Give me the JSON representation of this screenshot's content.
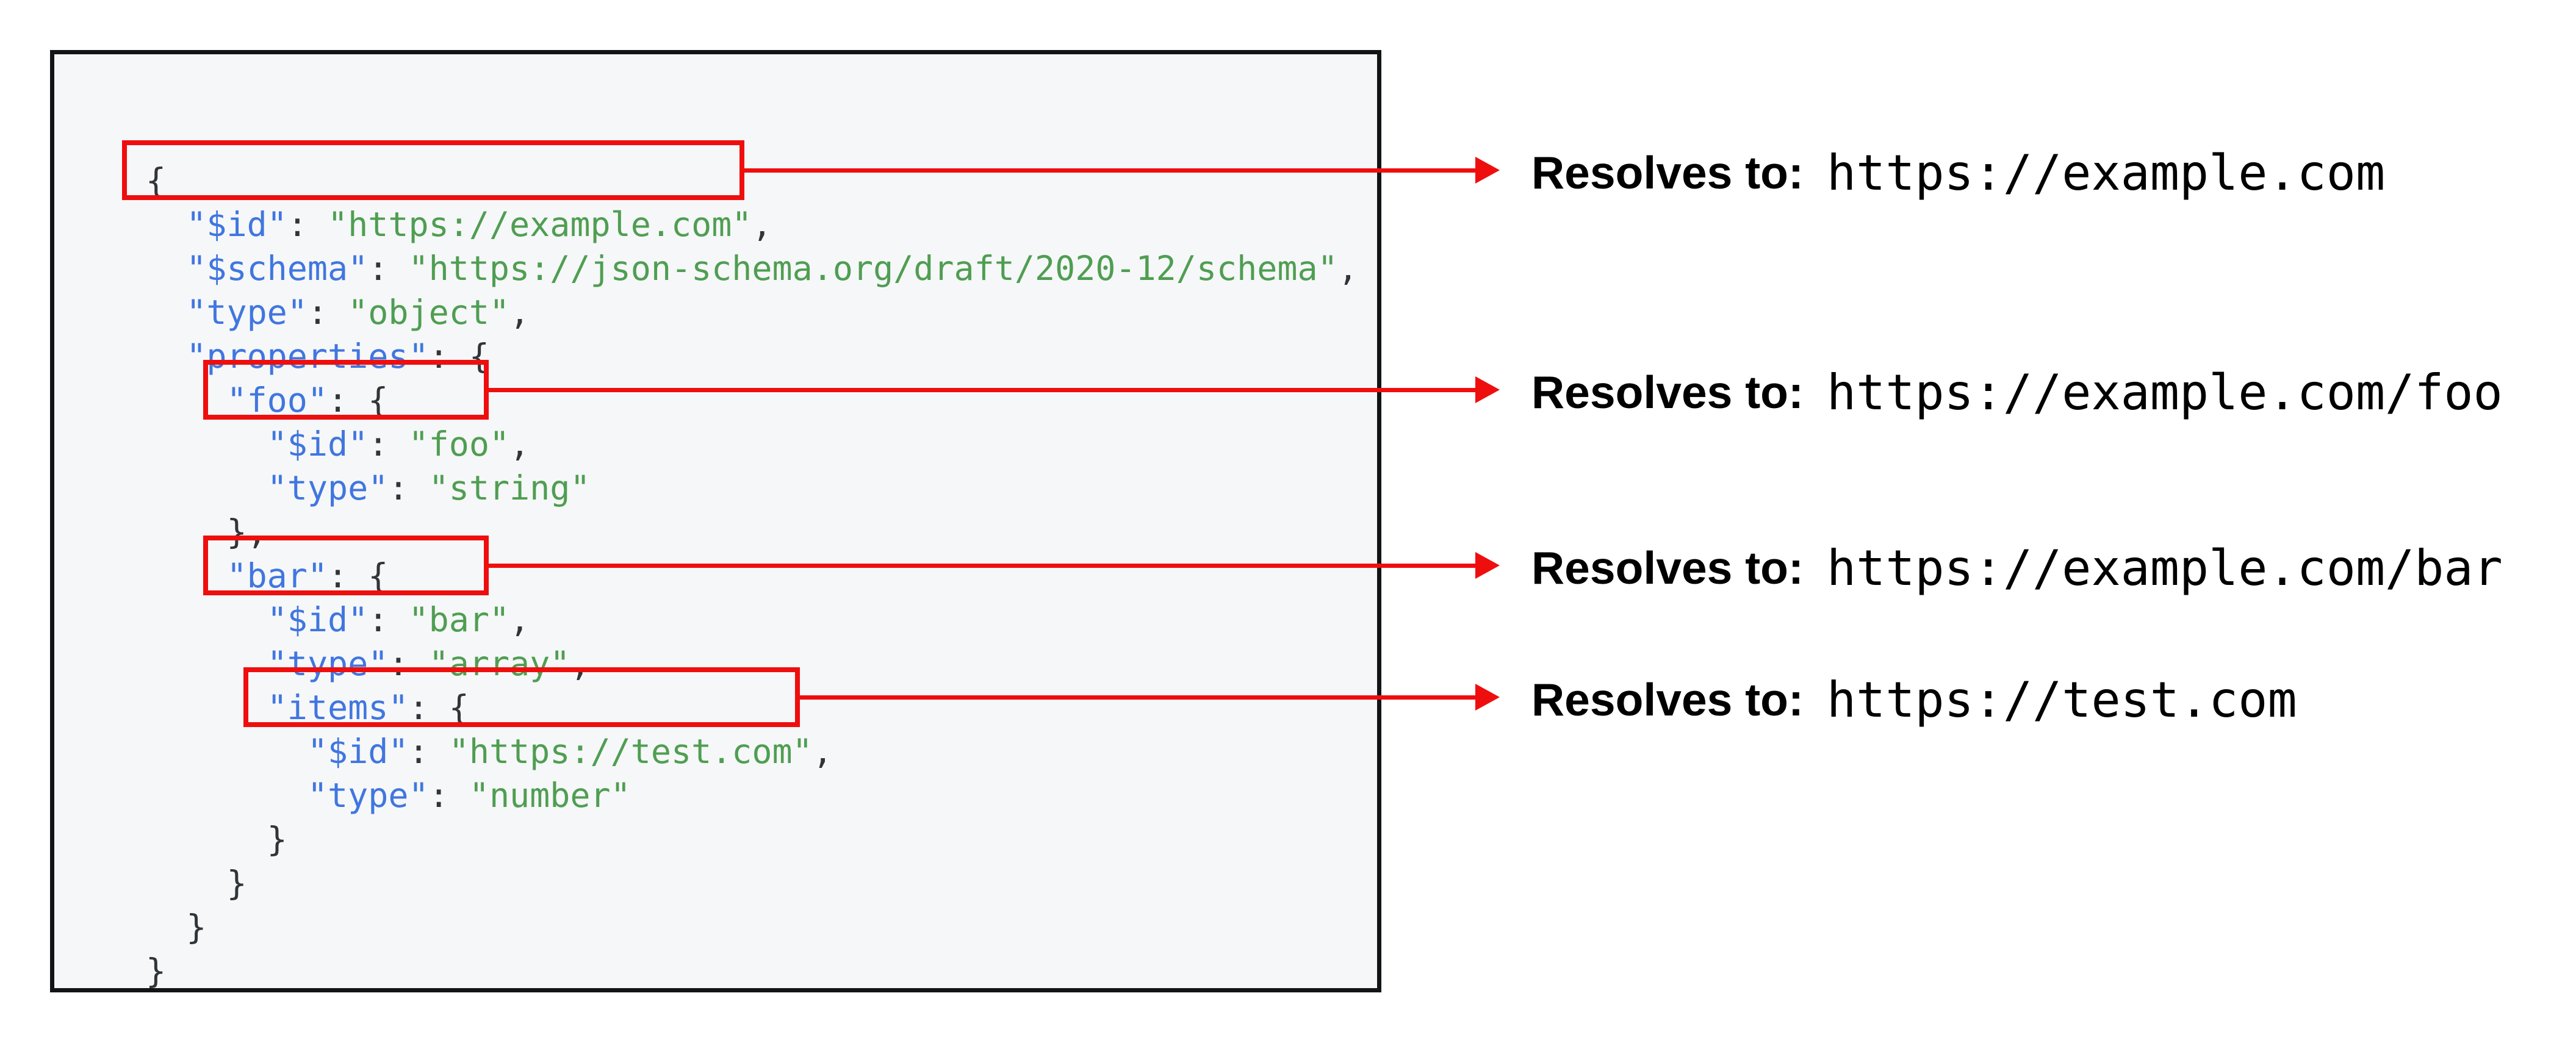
{
  "colors": {
    "key": "#4076e0",
    "string": "#4f9e52",
    "punct": "#30353a",
    "red": "#ef0e0e",
    "panel_bg": "#f6f7f8",
    "panel_border": "#121415"
  },
  "code": {
    "language": "json",
    "lines": [
      [
        {
          "c": "p",
          "v": "{"
        }
      ],
      [
        {
          "c": "p",
          "v": "  "
        },
        {
          "c": "k",
          "v": "\"$id\""
        },
        {
          "c": "p",
          "v": ": "
        },
        {
          "c": "s",
          "v": "\"https://example.com\""
        },
        {
          "c": "p",
          "v": ","
        }
      ],
      [
        {
          "c": "p",
          "v": "  "
        },
        {
          "c": "k",
          "v": "\"$schema\""
        },
        {
          "c": "p",
          "v": ": "
        },
        {
          "c": "s",
          "v": "\"https://json-schema.org/draft/2020-12/schema\""
        },
        {
          "c": "p",
          "v": ","
        }
      ],
      [
        {
          "c": "p",
          "v": "  "
        },
        {
          "c": "k",
          "v": "\"type\""
        },
        {
          "c": "p",
          "v": ": "
        },
        {
          "c": "s",
          "v": "\"object\""
        },
        {
          "c": "p",
          "v": ","
        }
      ],
      [
        {
          "c": "p",
          "v": "  "
        },
        {
          "c": "k",
          "v": "\"properties\""
        },
        {
          "c": "p",
          "v": ": {"
        }
      ],
      [
        {
          "c": "p",
          "v": "    "
        },
        {
          "c": "k",
          "v": "\"foo\""
        },
        {
          "c": "p",
          "v": ": {"
        }
      ],
      [
        {
          "c": "p",
          "v": "      "
        },
        {
          "c": "k",
          "v": "\"$id\""
        },
        {
          "c": "p",
          "v": ": "
        },
        {
          "c": "s",
          "v": "\"foo\""
        },
        {
          "c": "p",
          "v": ","
        }
      ],
      [
        {
          "c": "p",
          "v": "      "
        },
        {
          "c": "k",
          "v": "\"type\""
        },
        {
          "c": "p",
          "v": ": "
        },
        {
          "c": "s",
          "v": "\"string\""
        }
      ],
      [
        {
          "c": "p",
          "v": "    },"
        }
      ],
      [
        {
          "c": "p",
          "v": "    "
        },
        {
          "c": "k",
          "v": "\"bar\""
        },
        {
          "c": "p",
          "v": ": {"
        }
      ],
      [
        {
          "c": "p",
          "v": "      "
        },
        {
          "c": "k",
          "v": "\"$id\""
        },
        {
          "c": "p",
          "v": ": "
        },
        {
          "c": "s",
          "v": "\"bar\""
        },
        {
          "c": "p",
          "v": ","
        }
      ],
      [
        {
          "c": "p",
          "v": "      "
        },
        {
          "c": "k",
          "v": "\"type\""
        },
        {
          "c": "p",
          "v": ": "
        },
        {
          "c": "s",
          "v": "\"array\""
        },
        {
          "c": "p",
          "v": ","
        }
      ],
      [
        {
          "c": "p",
          "v": "      "
        },
        {
          "c": "k",
          "v": "\"items\""
        },
        {
          "c": "p",
          "v": ": {"
        }
      ],
      [
        {
          "c": "p",
          "v": "        "
        },
        {
          "c": "k",
          "v": "\"$id\""
        },
        {
          "c": "p",
          "v": ": "
        },
        {
          "c": "s",
          "v": "\"https://test.com\""
        },
        {
          "c": "p",
          "v": ","
        }
      ],
      [
        {
          "c": "p",
          "v": "        "
        },
        {
          "c": "k",
          "v": "\"type\""
        },
        {
          "c": "p",
          "v": ": "
        },
        {
          "c": "s",
          "v": "\"number\""
        }
      ],
      [
        {
          "c": "p",
          "v": "      }"
        }
      ],
      [
        {
          "c": "p",
          "v": "    }"
        }
      ],
      [
        {
          "c": "p",
          "v": "  }"
        }
      ],
      [
        {
          "c": "p",
          "v": "}"
        }
      ]
    ]
  },
  "annotations": [
    {
      "label": "Resolves to:",
      "url": "https://example.com"
    },
    {
      "label": "Resolves to:",
      "url": "https://example.com/foo"
    },
    {
      "label": "Resolves to:",
      "url": "https://example.com/bar"
    },
    {
      "label": "Resolves to:",
      "url": "https://test.com"
    }
  ]
}
